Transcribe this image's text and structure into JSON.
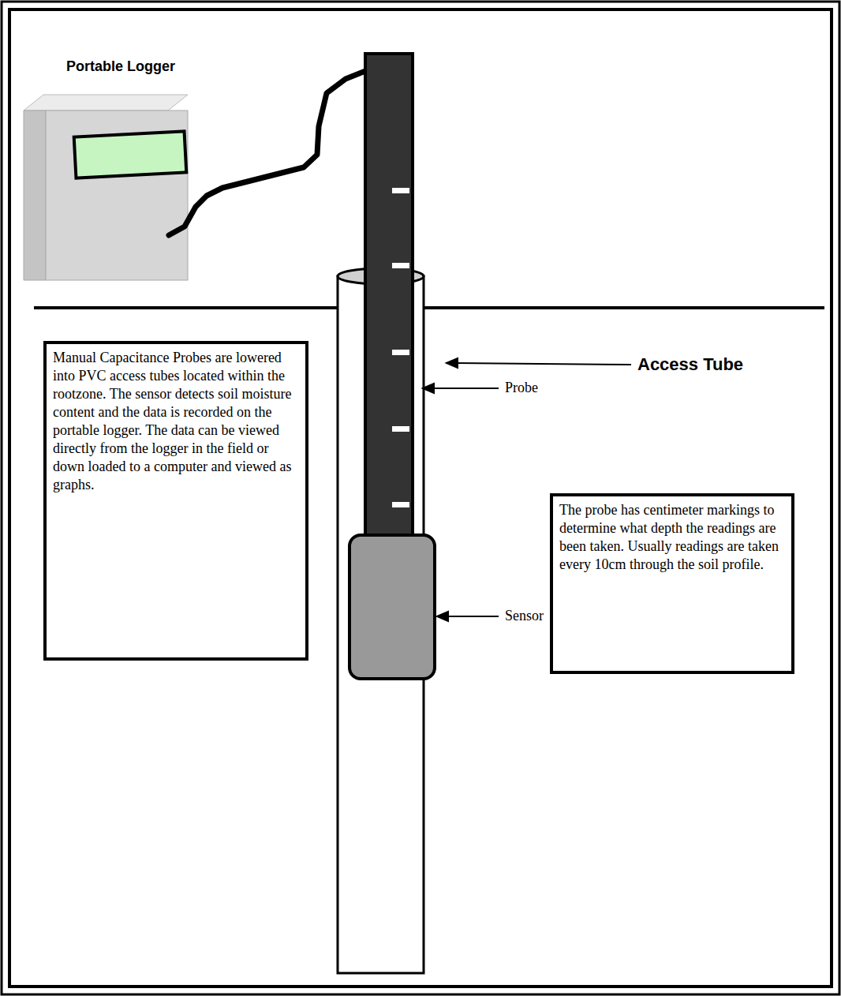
{
  "diagram": {
    "nodes": [
      {
        "text": [
          "Manual Capacitance Probes are lowered into PVC access tubes located within the rootzone. The sensor detects soil moisture content and the data is recorded on the portable logger. The data can be viewed directly from the logger in the field or down loaded to a computer and viewed as graphs."
        ]
      },
      {
        "text": [
          "The probe has centimeter markings to determine what depth the readings are been taken. Usually readings are taken every 10cm through the soil profile."
        ]
      }
    ],
    "labels": [
      "Portable Logger",
      "Access Tube",
      "Probe",
      "Sensor"
    ]
  }
}
